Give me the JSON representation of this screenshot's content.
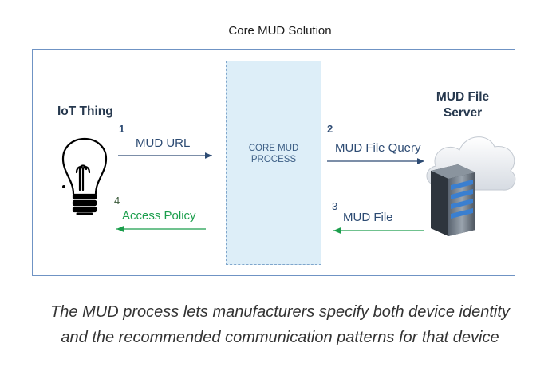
{
  "diagram": {
    "title": "Core MUD Solution",
    "process_label": "CORE MUD\nPROCESS",
    "iot_label": "IoT Thing",
    "server_label": "MUD File\nServer",
    "flows": {
      "mud_url": {
        "step": "1",
        "label": "MUD URL"
      },
      "mud_file_query": {
        "step": "2",
        "label": "MUD File Query"
      },
      "mud_file": {
        "step": "3",
        "label": "MUD File"
      },
      "access_policy": {
        "step": "4",
        "label": "Access Policy"
      }
    },
    "colors": {
      "frame": "#6f93c4",
      "process_fill": "#ddeef8",
      "request_arrow": "#2d4b73",
      "response_arrow": "#1b9e4c"
    },
    "icons": [
      "lightbulb-icon",
      "server-icon",
      "cloud-icon"
    ]
  },
  "caption": "The MUD process lets manufacturers specify both device identity\nand the recommended communication patterns for that device"
}
